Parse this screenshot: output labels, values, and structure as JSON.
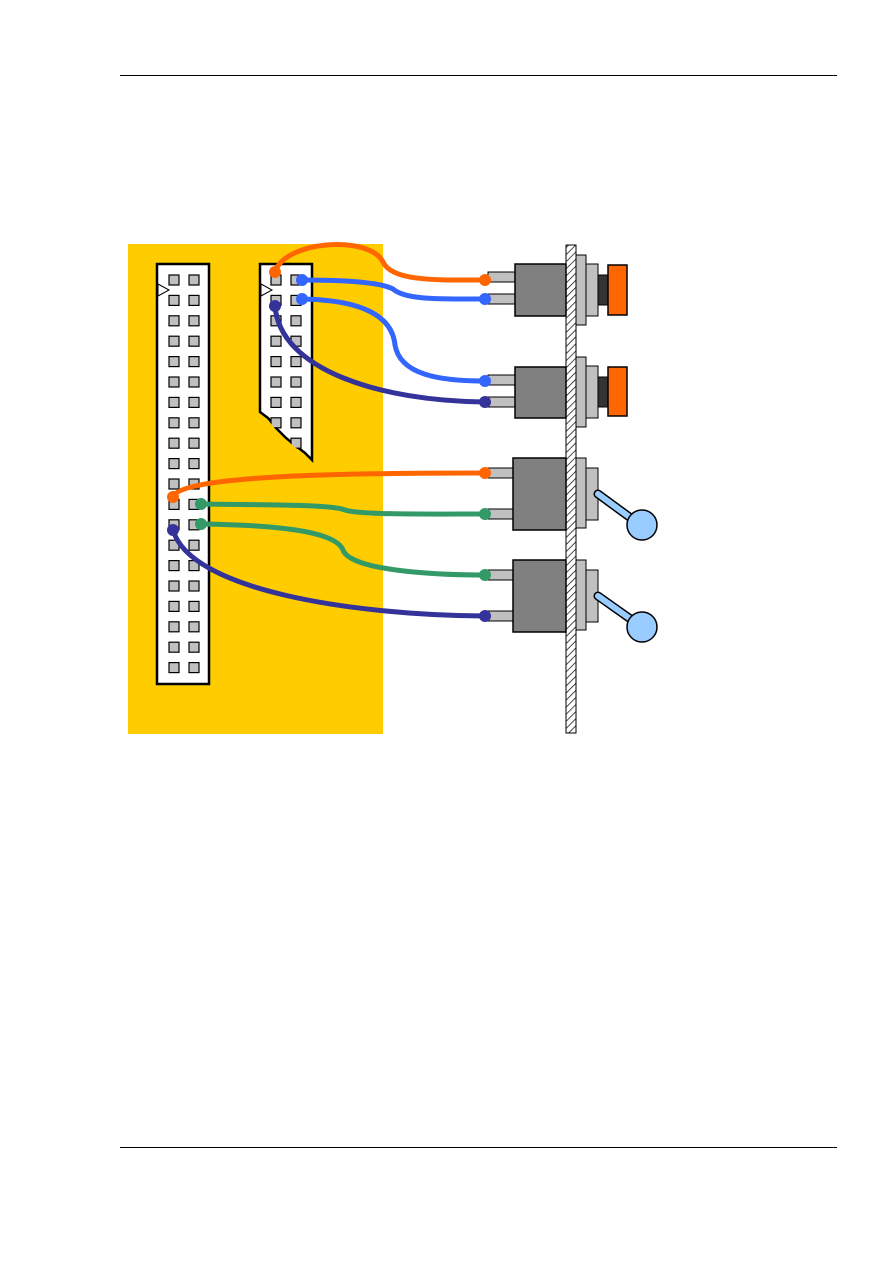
{
  "colors": {
    "board": "#FFCC00",
    "connector_fill": "#FFFFFF",
    "pin_fill": "#C0C0C0",
    "switch_body": "#808080",
    "switch_leg": "#C0C0C0",
    "panel_hatch": "#000000",
    "button_cap": "#FF6600",
    "toggle_lever": "#99CCFF",
    "wire_orange": "#FF6600",
    "wire_blue": "#3366FF",
    "wire_navy": "#333399",
    "wire_green": "#339966"
  },
  "connectors": [
    {
      "name": "large-header",
      "pin_rows": 20
    },
    {
      "name": "small-header",
      "pin_rows": 9
    }
  ],
  "switches": [
    {
      "type": "push-button",
      "cap_color": "orange"
    },
    {
      "type": "push-button",
      "cap_color": "orange"
    },
    {
      "type": "toggle",
      "lever_color": "light-blue"
    },
    {
      "type": "toggle",
      "lever_color": "light-blue"
    }
  ],
  "wires": [
    {
      "color": "orange",
      "from": "small-header",
      "to": "push-button-1"
    },
    {
      "color": "blue",
      "from": "small-header",
      "to": "push-button-1"
    },
    {
      "color": "blue",
      "from": "small-header",
      "to": "push-button-2"
    },
    {
      "color": "navy",
      "from": "small-header",
      "to": "push-button-2"
    },
    {
      "color": "orange",
      "from": "large-header",
      "to": "toggle-1"
    },
    {
      "color": "green",
      "from": "large-header",
      "to": "toggle-1"
    },
    {
      "color": "green",
      "from": "large-header",
      "to": "toggle-2"
    },
    {
      "color": "navy",
      "from": "large-header",
      "to": "toggle-2"
    }
  ]
}
